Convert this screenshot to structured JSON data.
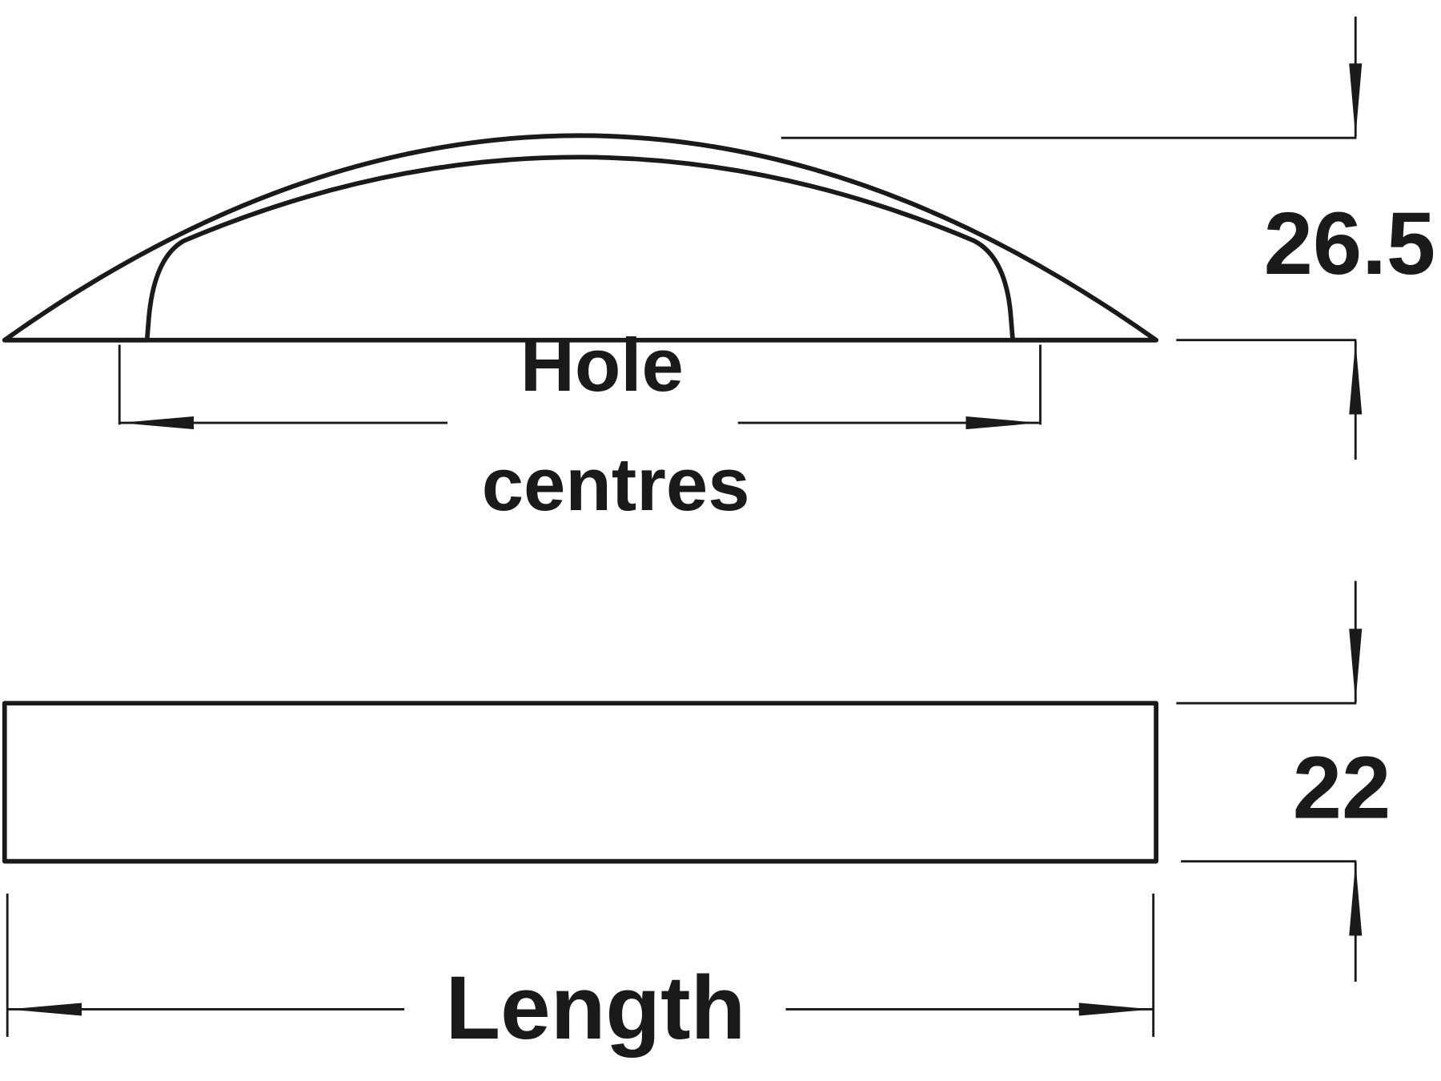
{
  "labels": {
    "hole": "Hole",
    "centres": "centres",
    "length": "Length",
    "height_dim": "26.5",
    "width_dim": "22"
  },
  "colors": {
    "line": "#1a1a1a",
    "background": "#ffffff"
  }
}
